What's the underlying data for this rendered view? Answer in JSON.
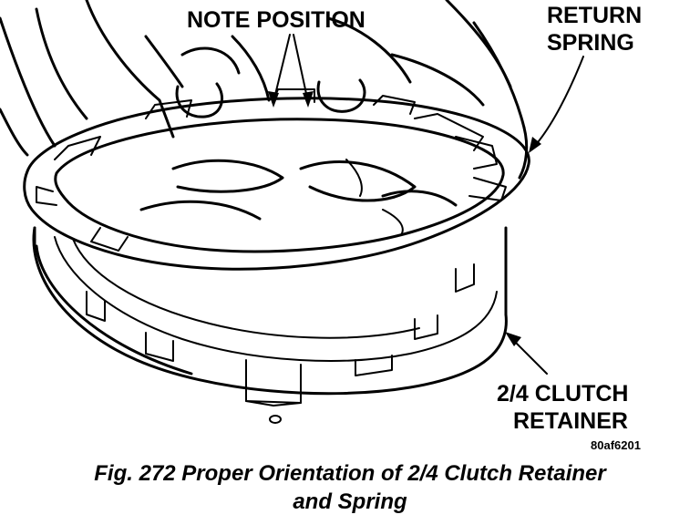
{
  "labels": {
    "note_position": "NOTE POSITION",
    "return_spring_line1": "RETURN",
    "return_spring_line2": "SPRING",
    "clutch_retainer_line1": "2/4 CLUTCH",
    "clutch_retainer_line2": "RETAINER",
    "drawing_id": "80af6201"
  },
  "caption": {
    "line1": "Fig. 272 Proper Orientation of 2/4 Clutch Retainer",
    "line2": "and Spring"
  }
}
